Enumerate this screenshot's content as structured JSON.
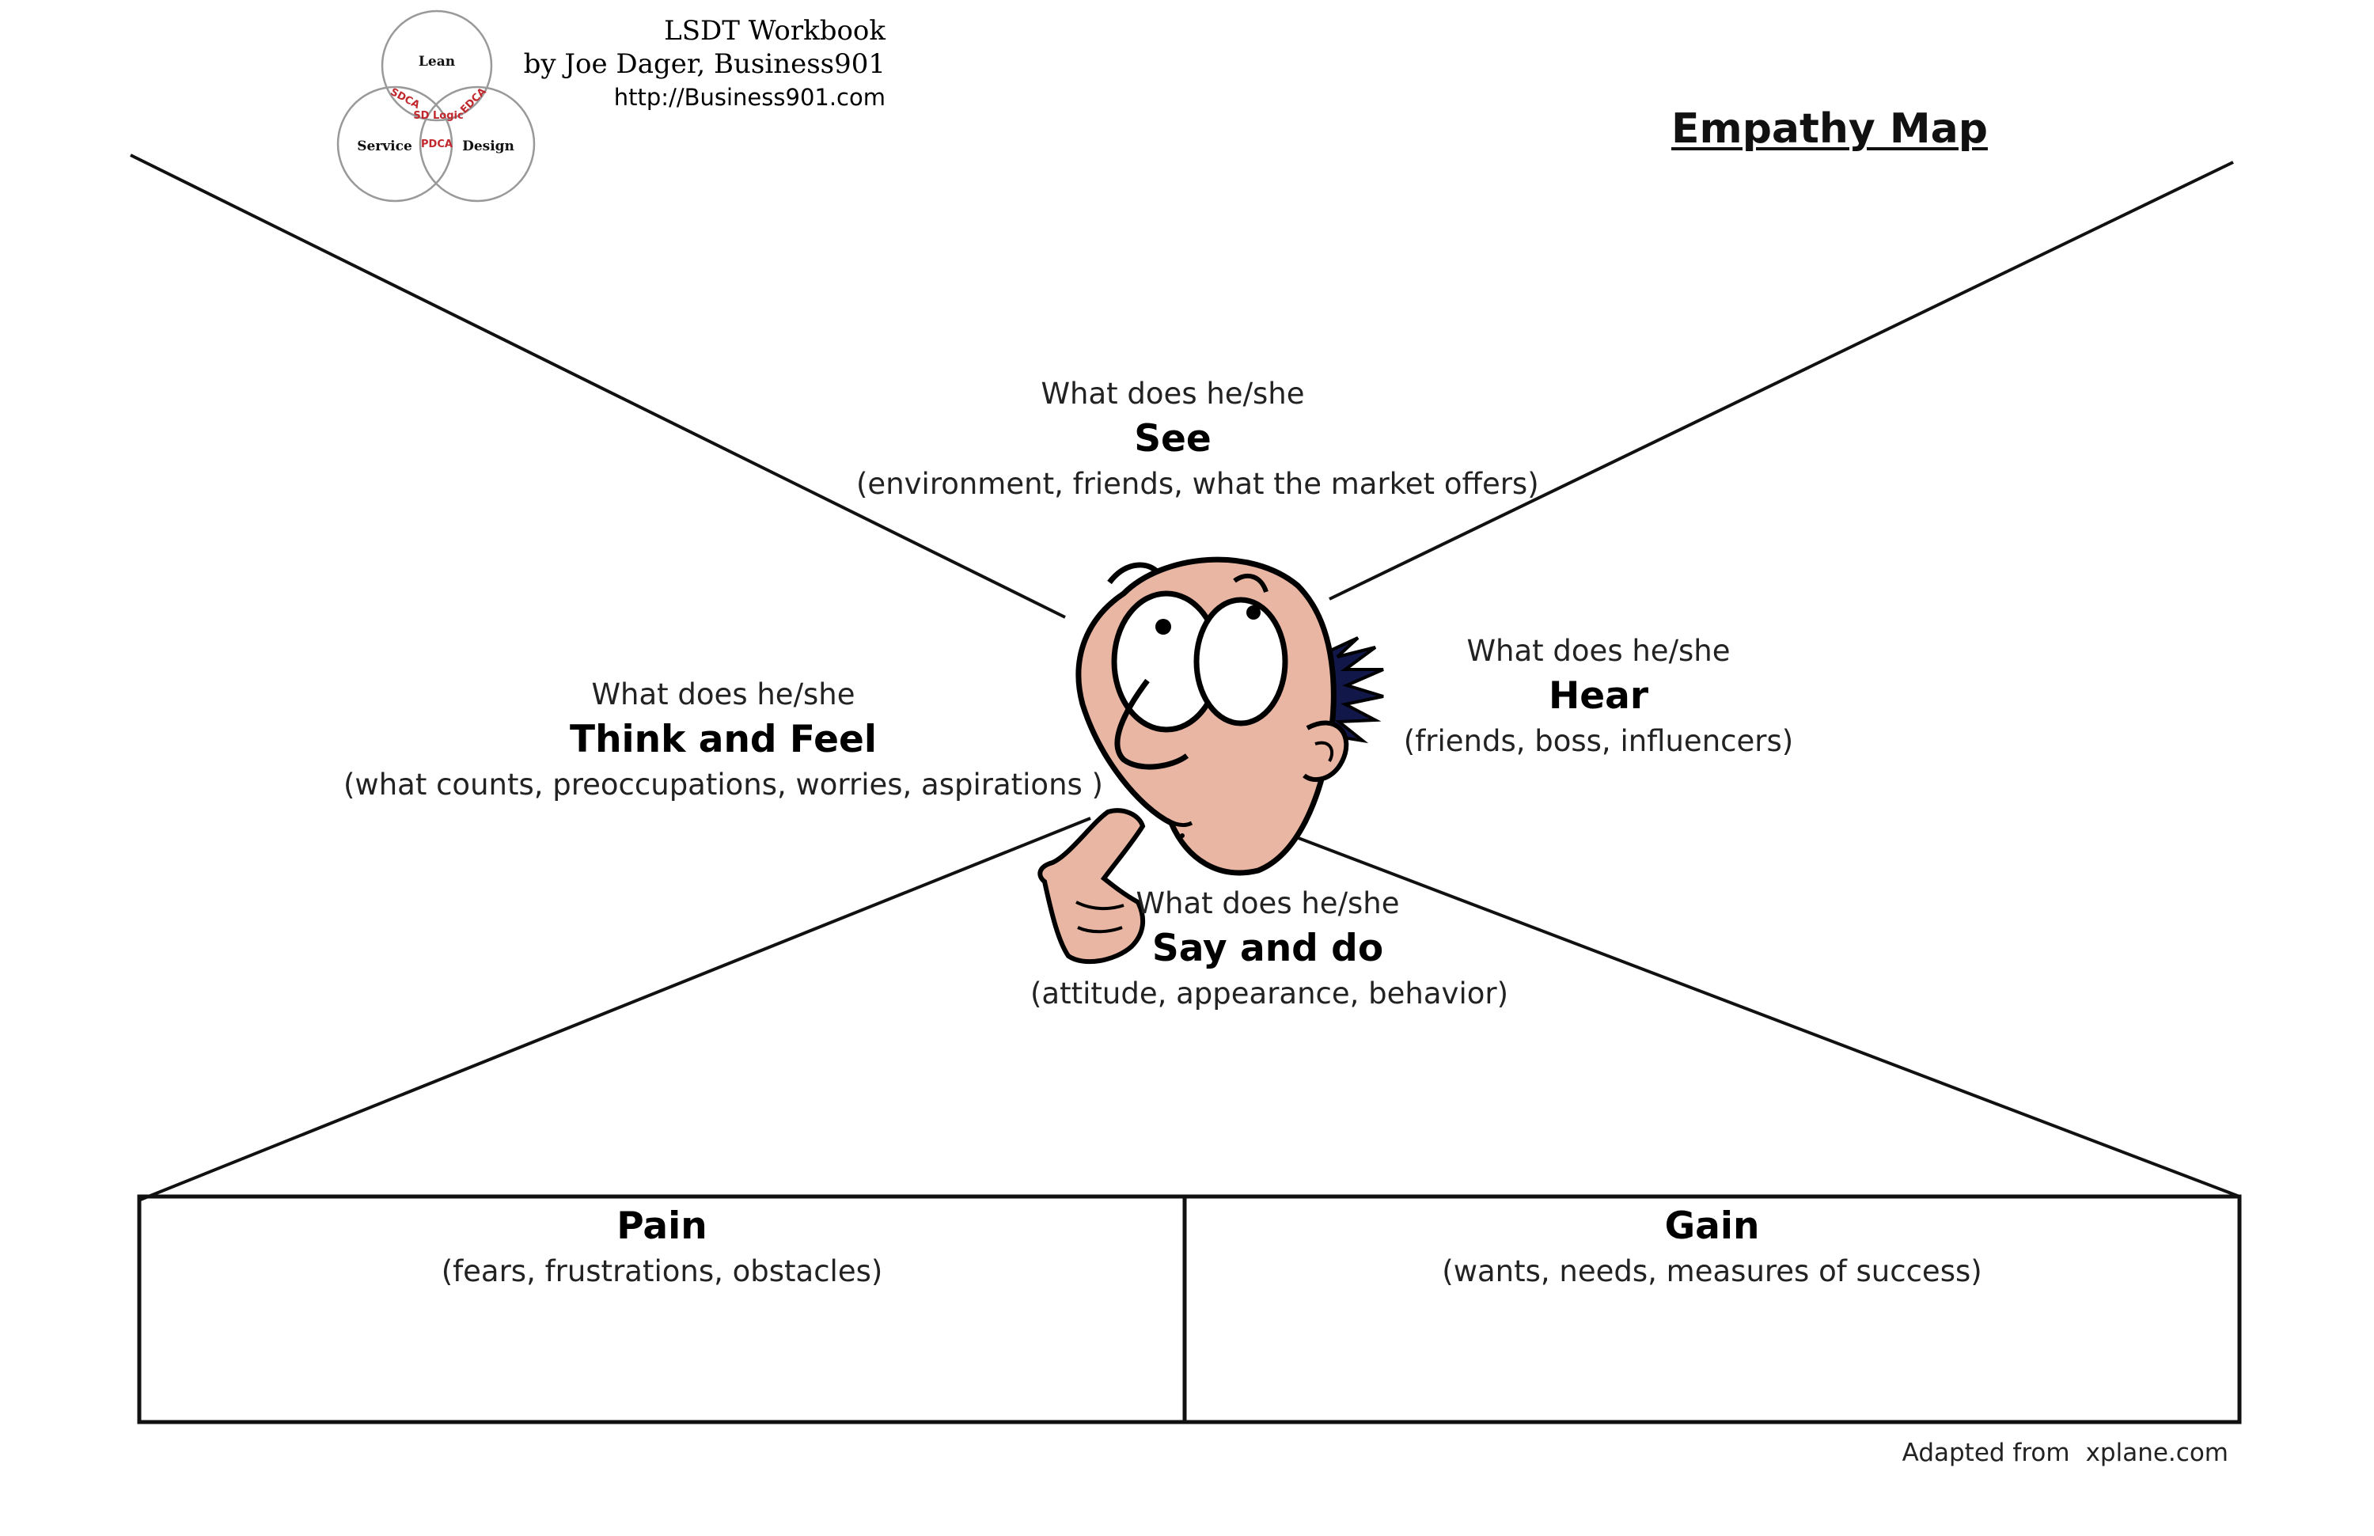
{
  "header": {
    "workbook": "LSDT Workbook",
    "author": "by Joe Dager, Business901",
    "url": "http://Business901.com"
  },
  "logo": {
    "circles": [
      "Lean",
      "Service",
      "Design"
    ],
    "overlaps": [
      "SDCA",
      "SD Logic",
      "EDCA",
      "PDCA"
    ]
  },
  "title": "Empathy Map",
  "quadrants": {
    "see": {
      "question": "What does he/she",
      "title": "See",
      "subtitle": "(environment, friends, what the market offers)"
    },
    "think": {
      "question": "What does he/she",
      "title": "Think and Feel",
      "subtitle": "(what counts, preoccupations, worries, aspirations )"
    },
    "hear": {
      "question": "What does he/she",
      "title": "Hear",
      "subtitle": "(friends, boss, influencers)"
    },
    "say": {
      "question": "What does he/she",
      "title": "Say and do",
      "subtitle": "(attitude, appearance, behavior)"
    }
  },
  "pain": {
    "title": "Pain",
    "subtitle": "(fears, frustrations, obstacles)"
  },
  "gain": {
    "title": "Gain",
    "subtitle": "(wants, needs, measures of success)"
  },
  "credit": {
    "label": "Adapted from",
    "source": "xplane.com"
  }
}
